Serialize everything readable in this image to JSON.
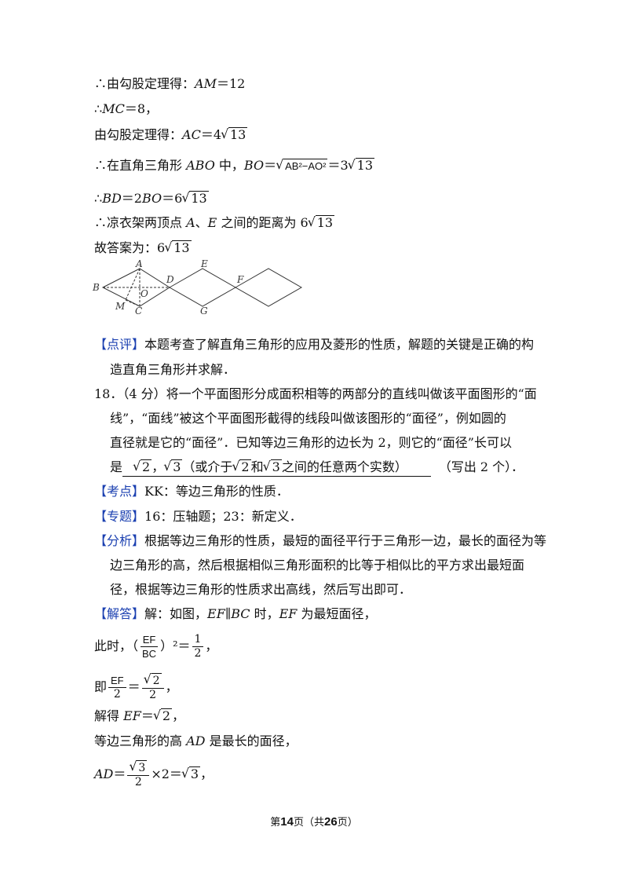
{
  "solution_prev": {
    "l1_pre": "∴由勾股定理得：",
    "l1_var": "AM",
    "l1_val": "＝12",
    "l2_pre": "∴",
    "l2_var": "MC",
    "l2_val": "＝8，",
    "l3_pre": "由勾股定理得：",
    "l3_var": "AC",
    "l3_val": "＝4",
    "l3_sqrt": "13",
    "l4_pre": "∴在直角三角形 ",
    "l4_tri": "ABO",
    "l4_mid": " 中，",
    "l4_var": "BO",
    "l4_eq": "＝",
    "l4_sqrt": "AB²−AO²",
    "l4_val": "＝3",
    "l4_sqrt2": "13",
    "l5_pre": "∴",
    "l5_var": "BD",
    "l5_eq": "＝2",
    "l5_var2": "BO",
    "l5_val": "＝6",
    "l5_sqrt": "13",
    "l6_pre": "∴凉衣架两顶点 ",
    "l6_a": "A",
    "l6_sep": "、",
    "l6_e": "E",
    "l6_mid": " 之间的距离为 6",
    "l6_sqrt": "13",
    "l7_pre": "故答案为：6",
    "l7_sqrt": "13"
  },
  "figure": {
    "labels": [
      "A",
      "E",
      "F",
      "B",
      "D",
      "O",
      "M",
      "C",
      "G"
    ]
  },
  "comment": {
    "tag": "【点评】",
    "l1": "本题考查了解直角三角形的应用及菱形的性质，解题的关键是正确的构",
    "l2": "造直角三角形并求解．"
  },
  "q18": {
    "l1": "18．（4 分）将一个平面图形分成面积相等的两部分的直线叫做该平面图形的“面",
    "l2": "线”，“面线”被这个平面图形截得的线段叫做该图形的“面径”，例如圆的",
    "l3": "直径就是它的“面径”．已知等边三角形的边长为 2，则它的“面径”长可以",
    "l4_pre": "是",
    "ans_s1": "2",
    "ans_comma": "，",
    "ans_s2": "3",
    "ans_text1": "（或介于",
    "ans_s3": "2",
    "ans_text2": "和",
    "ans_s4": "3",
    "ans_text3": "之间的任意两个实数）",
    "l4_post": "（写出 2 个）．"
  },
  "kaodian": {
    "tag": "【考点】",
    "text": "KK：等边三角形的性质．"
  },
  "zhuanti": {
    "tag": "【专题】",
    "text": "16：压轴题；23：新定义．"
  },
  "fenxi": {
    "tag": "【分析】",
    "l1": "根据等边三角形的性质，最短的面径平行于三角形一边，最长的面径为等",
    "l2": "边三角形的高，然后根据相似三角形面积的比等于相似比的平方求出最短面",
    "l3": "径，根据等边三角形的性质求出高线，然后写出即可．"
  },
  "jieda": {
    "tag": "【解答】",
    "l1_pre": "解：如图，",
    "l1_ef": "EF",
    "l1_par": "∥",
    "l1_bc": "BC",
    "l1_mid": " 时，",
    "l1_ef2": "EF",
    "l1_post": " 为最短面径，",
    "l2_pre": "此时，（",
    "l2_num": "EF",
    "l2_den": "BC",
    "l2_pow": "）²＝",
    "l2_rnum": "1",
    "l2_rden": "2",
    "l2_post": "，",
    "l3_pre": "即",
    "l3_num": "EF",
    "l3_den": "2",
    "l3_eq": "＝",
    "l3_rnum": "2",
    "l3_rden": "2",
    "l3_post": "，",
    "l4_pre": "解得 ",
    "l4_var": "EF",
    "l4_eq": "＝",
    "l4_sqrt": "2",
    "l4_post": "，",
    "l5_pre": "等边三角形的高 ",
    "l5_var": "AD",
    "l5_post": " 是最长的面径，",
    "l6_var": "AD",
    "l6_eq": "＝",
    "l6_num": "3",
    "l6_den": "2",
    "l6_mid": "×2＝",
    "l6_sqrt": "3",
    "l6_post": "，"
  },
  "footer": {
    "p1": "第",
    "page": "14",
    "p2": "页（共",
    "total": "26",
    "p3": "页）"
  }
}
